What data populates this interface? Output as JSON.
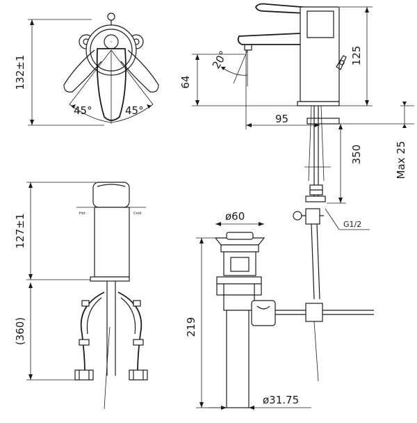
{
  "dimensions": {
    "top_view_height": "132±1",
    "angle_left": "45°",
    "angle_right": "45°",
    "spout_height": "64",
    "body_height": "125",
    "spout_angle": "20°",
    "spout_reach": "95",
    "hose_length": "350",
    "deck_max": "Max 25",
    "thread": "G1/2",
    "front_height": "127±1",
    "hose_front": "(360)",
    "waste_diameter_top": "ø60",
    "waste_height": "219",
    "waste_diameter_pipe": "ø31.75"
  },
  "labels": {
    "hot_mark": "Hot",
    "cold_mark": "Cold"
  }
}
